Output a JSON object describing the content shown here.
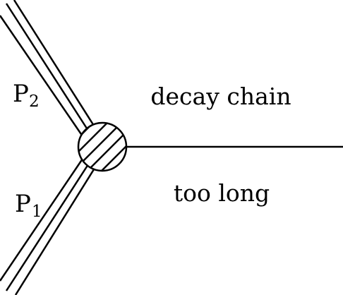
{
  "labels": {
    "p2": {
      "main": "P",
      "sub": "2"
    },
    "p1": {
      "main": "P",
      "sub": "1"
    },
    "caption_top": "decay chain",
    "caption_bottom": "too long"
  },
  "colors": {
    "stroke": "#000000",
    "background": "#ffffff"
  }
}
